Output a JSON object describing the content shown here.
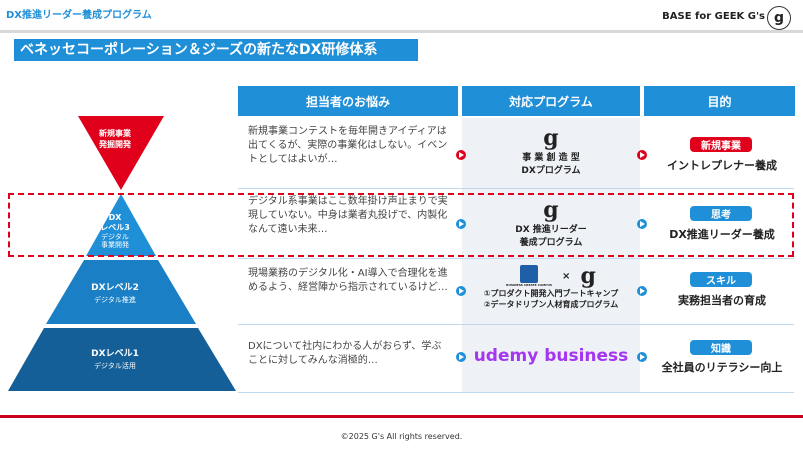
{
  "header": {
    "breadcrumb": "DX推進リーダー養成プログラム",
    "brand": "BASE for GEEK G's",
    "logo_letter": "g"
  },
  "slide_title": "ベネッセコーポレーション＆ジーズの新たなDX研修体系",
  "columns": {
    "concern": "担当者のお悩み",
    "program": "対応プログラム",
    "goal": "目的"
  },
  "pyramid": [
    {
      "title": "新規事業",
      "title2": "発掘開発",
      "sub": "",
      "color": "#e0001b"
    },
    {
      "title": "DX",
      "title2": "レベル3",
      "sub": "デジタル\n事業開発",
      "color": "#1f8fd8"
    },
    {
      "title": "DXレベル2",
      "title2": "",
      "sub": "デジタル推進",
      "color": "#1a7fc4"
    },
    {
      "title": "DXレベル1",
      "title2": "",
      "sub": "デジタル活用",
      "color": "#145f98"
    }
  ],
  "rows": [
    {
      "concern": "新規事業コンテストを毎年開きアイディアは出てくるが、実際の事業化はしない。イベントとしてはよいが…",
      "program_line1": "事 業 創 造 型",
      "program_line2": "DXプログラム",
      "badge": "新規事業",
      "goal": "イントレプレナー養成"
    },
    {
      "concern": "デジタル系事業はここ数年掛け声止まりで実現していない。中身は業者丸投げで、内製化なんて遠い未来…",
      "program_line1": "DX 推進リーダー",
      "program_line2": "養成プログラム",
      "badge": "思考",
      "goal": "DX推進リーダー養成"
    },
    {
      "concern": "現場業務のデジタル化・AI導入で合理化を進めるよう、経営陣から指示されているけど…",
      "program_line1": "①プロダクト開発入門ブートキャンプ",
      "program_line2": "②データドリブン人材育成プログラム",
      "badge": "スキル",
      "goal": "実務担当者の育成",
      "partner_label": "BUSINESS CREATE CAMPUS",
      "cross": "×"
    },
    {
      "concern": "DXについて社内にわかる人がおらず、学ぶことに対してみんな消極的…",
      "program_line1": "udemy business",
      "program_line2": "",
      "badge": "知識",
      "goal": "全社員のリテラシー向上"
    }
  ],
  "footer": "©2025 G's All rights reserved."
}
